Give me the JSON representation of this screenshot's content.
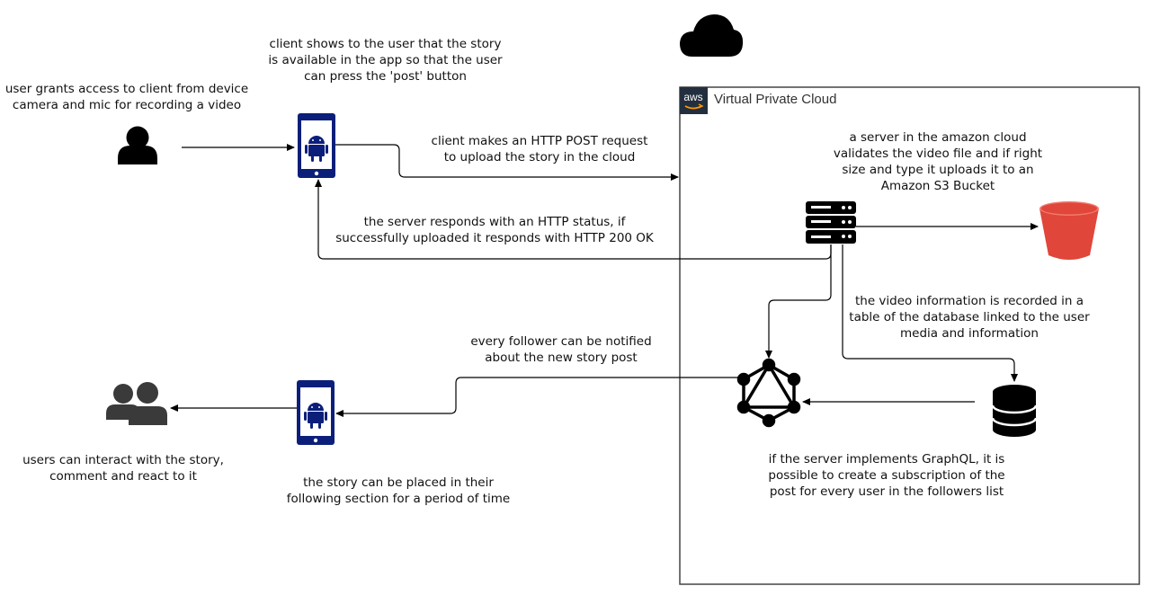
{
  "labels": {
    "user_grants": "user grants access to client from device\ncamera and mic for recording a video",
    "client_shows": "client shows to the user that the story\nis available in the app so that the user\ncan press the 'post' button",
    "client_post": "client makes an HTTP POST request\nto upload the  story  in the cloud",
    "server_responds": "the server responds with an HTTP status, if\nsuccessfully uploaded it responds with HTTP 200 OK",
    "server_validates": "a server in the amazon cloud\nvalidates the video file and if right\nsize and type it uploads it to an\nAmazon S3 Bucket",
    "video_info": "the video information is recorded in a\ntable of the database linked to the user\nmedia and information",
    "follower_notified": "every follower can be notified\nabout the new story post",
    "graphql": "if the server implements GraphQL, it is\npossible to create a subscription of the\npost for every user in the followers list",
    "users_interact": "users can interact with the story,\ncomment and react to it",
    "story_placed": "the story can be placed in their\nfollowing section for a period of time"
  },
  "vpc": {
    "title": "Virtual Private Cloud",
    "badge": "aws"
  },
  "colors": {
    "phone": "#0b1f7a",
    "bucket": "#e0463a",
    "line": "#000000",
    "vpc_border": "#444444",
    "people": "#3a3a3a"
  },
  "icons": [
    "user-icon",
    "android-phone-icon",
    "cloud-icon",
    "aws-logo-icon",
    "server-icon",
    "s3-bucket-icon",
    "graphql-icon",
    "database-icon",
    "users-group-icon"
  ]
}
